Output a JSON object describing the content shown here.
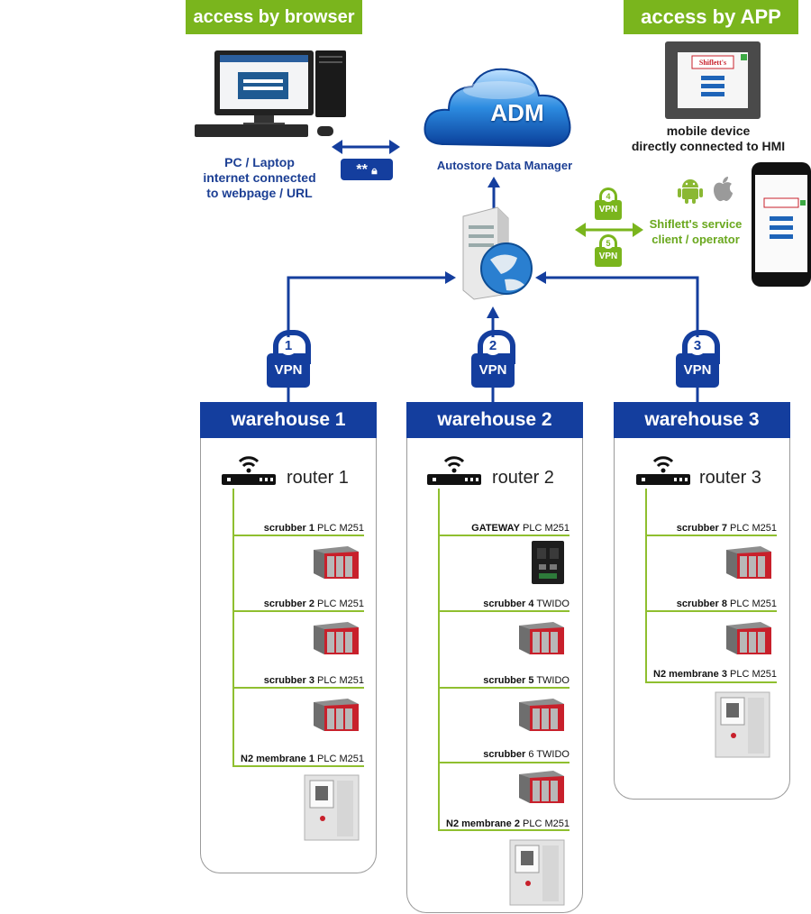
{
  "access_browser": {
    "banner": "access by browser",
    "pc_caption_1": "PC / Laptop",
    "pc_caption_2": "internet connected",
    "pc_caption_3": "to webpage / URL",
    "password_mask": "**"
  },
  "access_app": {
    "banner": "access by APP",
    "mobile_caption_1": "mobile device",
    "mobile_caption_2": "directly connected to HMI",
    "service_caption_1": "Shiflett's service",
    "service_caption_2": "client / operator",
    "hmi_brand": "Shiflett's"
  },
  "cloud": {
    "label": "ADM",
    "caption": "Autostore Data Manager"
  },
  "vpn": {
    "label": "VPN",
    "small_numbers": [
      "4",
      "5"
    ],
    "numbers": [
      "1",
      "2",
      "3"
    ]
  },
  "warehouses": [
    {
      "title": "warehouse 1",
      "router": "router 1",
      "devices": [
        {
          "name": "scrubber 1",
          "type": "PLC M251"
        },
        {
          "name": "scrubber 2",
          "type": "PLC M251"
        },
        {
          "name": "scrubber 3",
          "type": "PLC M251"
        },
        {
          "name": "N2 membrane 1",
          "type": "PLC M251"
        }
      ]
    },
    {
      "title": "warehouse 2",
      "router": "router 2",
      "devices": [
        {
          "name": "GATEWAY",
          "type": "PLC M251"
        },
        {
          "name": "scrubber 4",
          "type": "TWIDO"
        },
        {
          "name": "scrubber 5",
          "type": "TWIDO"
        },
        {
          "name": "scrubber",
          "type": "6 TWIDO"
        },
        {
          "name": "N2 membrane 2",
          "type": "PLC M251"
        }
      ]
    },
    {
      "title": "warehouse 3",
      "router": "router 3",
      "devices": [
        {
          "name": "scrubber 7",
          "type": "PLC M251"
        },
        {
          "name": "scrubber 8",
          "type": "PLC M251"
        },
        {
          "name": "N2 membrane 3",
          "type": "PLC M251"
        }
      ]
    }
  ],
  "colors": {
    "brand_blue": "#143e9e",
    "accent_green": "#7ab51d",
    "line_green": "#8fbf2f",
    "scrubber_red": "#c8202b"
  }
}
